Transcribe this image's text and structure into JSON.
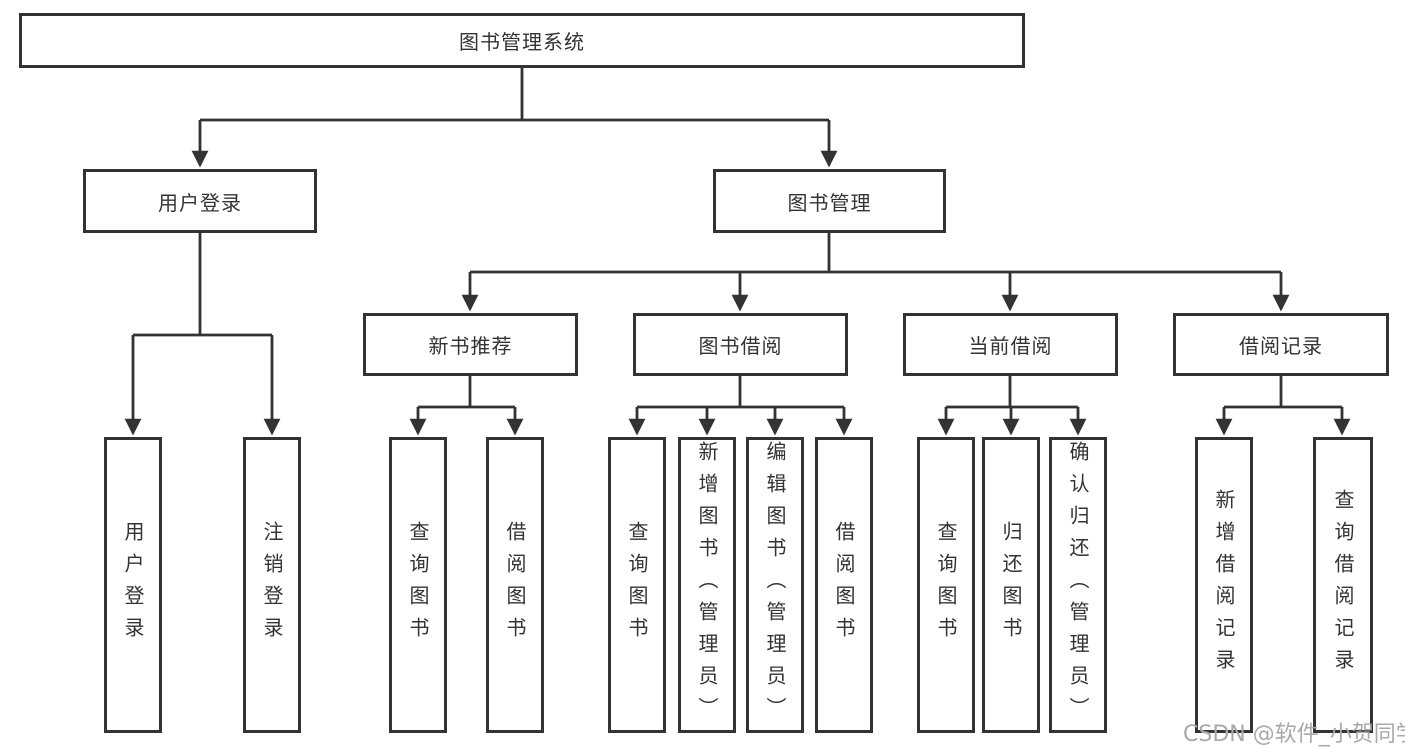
{
  "tree": {
    "root": {
      "label": "图书管理系统"
    },
    "branches": [
      {
        "label": "用户登录",
        "leaves": [
          {
            "label": "用户登录"
          },
          {
            "label": "注销登录"
          }
        ]
      },
      {
        "label": "图书管理",
        "groups": [
          {
            "label": "新书推荐",
            "leaves": [
              {
                "label": "查询图书"
              },
              {
                "label": "借阅图书"
              }
            ]
          },
          {
            "label": "图书借阅",
            "leaves": [
              {
                "label": "查询图书"
              },
              {
                "label": "新增图书（管理员）"
              },
              {
                "label": "编辑图书（管理员）"
              },
              {
                "label": "借阅图书"
              }
            ]
          },
          {
            "label": "当前借阅",
            "leaves": [
              {
                "label": "查询图书"
              },
              {
                "label": "归还图书"
              },
              {
                "label": "确认归还（管理员）"
              }
            ]
          },
          {
            "label": "借阅记录",
            "leaves": [
              {
                "label": "新增借阅记录"
              },
              {
                "label": "查询借阅记录"
              }
            ]
          }
        ]
      }
    ]
  },
  "watermark": "CSDN @软件_小贺同学",
  "colors": {
    "line": "#333333",
    "text": "#333333",
    "background": "#ffffff",
    "watermark": "#a9a9a9"
  }
}
